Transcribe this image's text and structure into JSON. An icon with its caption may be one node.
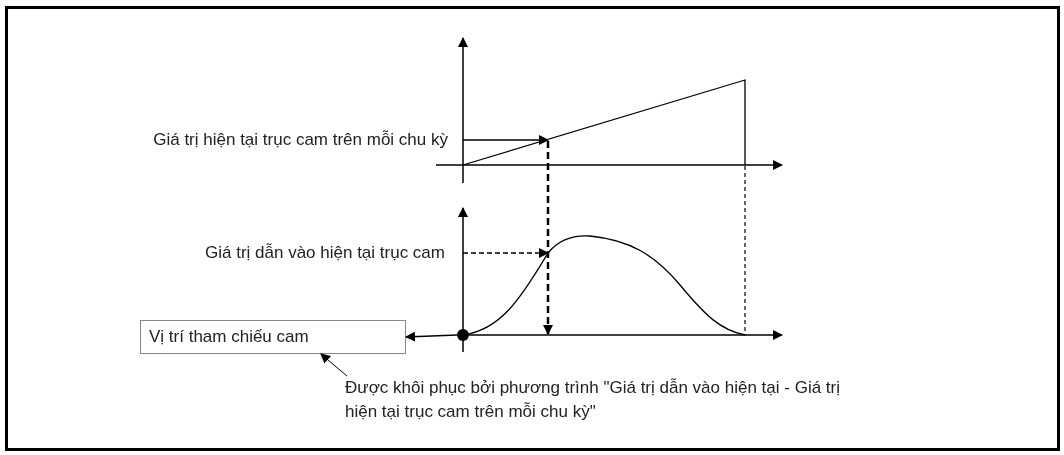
{
  "diagram": {
    "nodes": [
      {
        "text": [
          "Vị trí tham chiếu cam"
        ]
      },
      {
        "text": [
          "Được khôi phục bởi phương trình \"Giá trị dẫn vào hiện tại - Giá trị hiện tại trục cam trên mỗi chu kỳ\""
        ]
      },
      {
        "text": [],
        "shape": "circle"
      }
    ],
    "edges": [
      {
        "from": 2,
        "to": 0,
        "arrow": "to"
      },
      {
        "from": 1,
        "to": 0,
        "arrow": "to"
      }
    ],
    "labels": [
      "Giá trị hiện tại trục cam trên mỗi chu kỳ",
      "Giá trị dẫn vào hiện tại trục cam"
    ]
  }
}
